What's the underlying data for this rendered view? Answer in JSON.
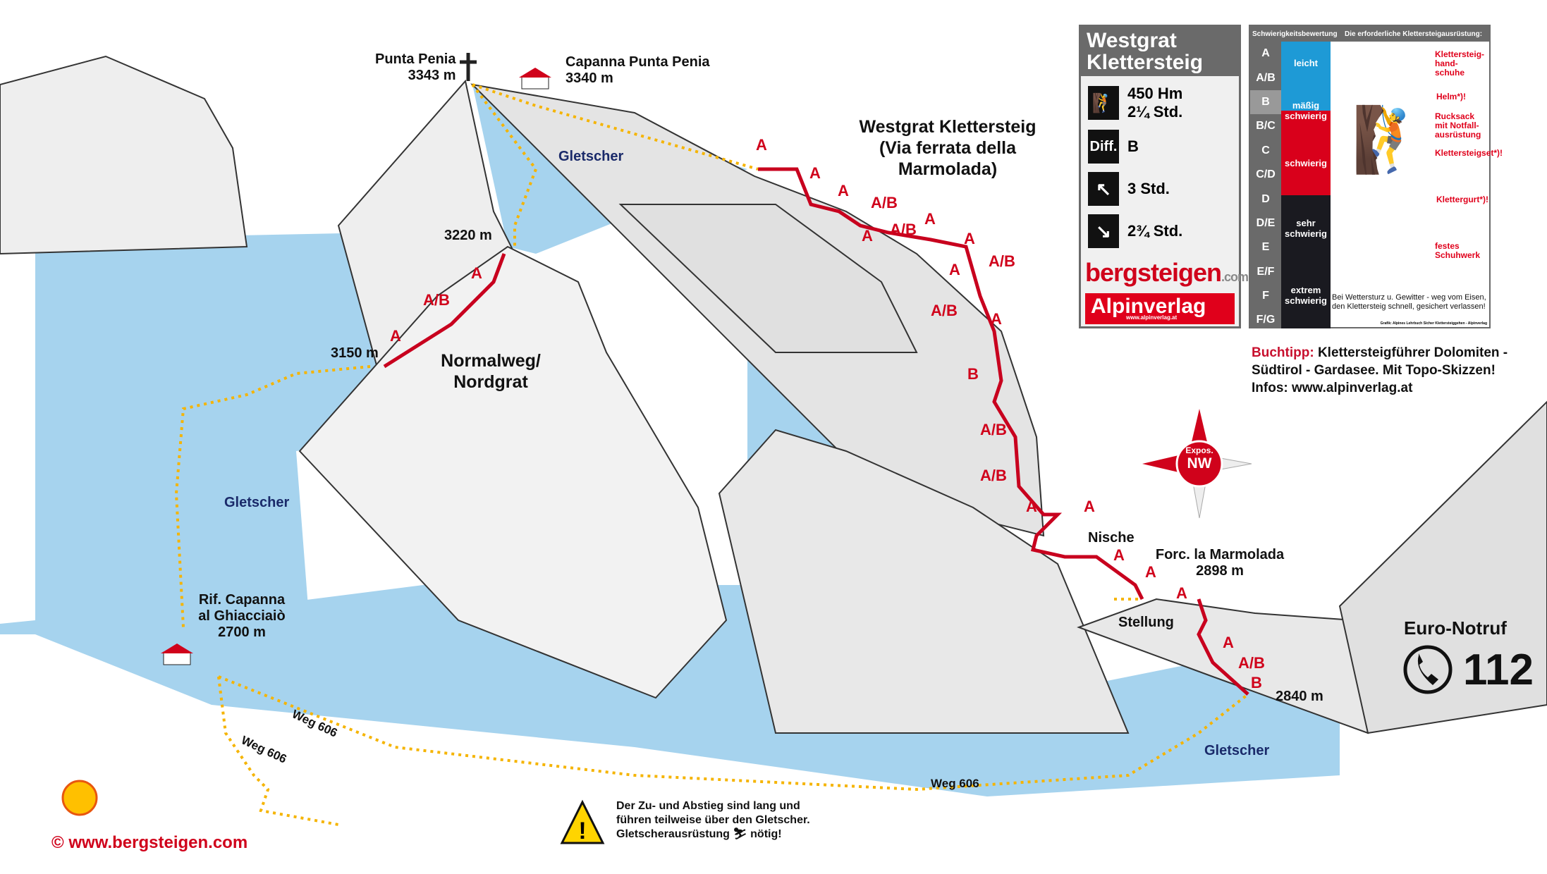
{
  "peaks": {
    "punta_penia": "Punta Penia",
    "punta_penia_alt": "3343 m",
    "capanna": "Capanna Punta Penia",
    "capanna_alt": "3340 m",
    "alt_3220": "3220 m",
    "alt_3150": "3150 m"
  },
  "glaciers": [
    "Gletscher",
    "Gletscher",
    "Gletscher"
  ],
  "route_title": [
    "Westgrat Klettersteig",
    "(Via ferrata della",
    "Marmolada)"
  ],
  "normalweg": [
    "Normalweg/",
    "Nordgrat"
  ],
  "rifugio": [
    "Rif. Capanna",
    "al Ghiacciaiò",
    "2700 m"
  ],
  "nische": "Nische",
  "forcella": [
    "Forc. la Marmolada",
    "2898 m"
  ],
  "stellung": "Stellung",
  "alt_2840": "2840 m",
  "paths": [
    "Weg 606",
    "Weg 606",
    "Weg 606"
  ],
  "grades": [
    "A",
    "A",
    "A",
    "A/B",
    "A",
    "A/B",
    "A",
    "A",
    "A/B",
    "A",
    "A/B",
    "A",
    "B",
    "A/B",
    "A/B",
    "A",
    "A",
    "A",
    "A",
    "A",
    "A",
    "A/B",
    "B",
    "A",
    "A/B",
    "A"
  ],
  "warning": [
    "Der Zu- und Abstieg sind lang und",
    "führen teilweise über den Gletscher.",
    "Gletscherausrüstung",
    "nötig!"
  ],
  "copyright": "©  www.bergsteigen.com",
  "emergency": {
    "title": "Euro-Notruf",
    "number": "112"
  },
  "compass": {
    "label": "Expos.",
    "dir": "NW"
  },
  "info": {
    "title": [
      "Westgrat",
      "Klettersteig"
    ],
    "ascent": "450 Hm",
    "ascent_time": "2¼ Std.",
    "diff_label": "Diff.",
    "diff": "B",
    "approach": "3 Std.",
    "descent": "2¾ Std.",
    "brand": "bergsteigen",
    "brand_tld": ".com",
    "publisher": "Alpinverlag",
    "publisher_url": "www.alpinverlag.at"
  },
  "legend": {
    "title_left": "Schwierigkeitsbewertung",
    "title_right": "Die erforderliche Klettersteigausrüstung:",
    "grades": [
      "A",
      "A/B",
      "B",
      "B/C",
      "C",
      "C/D",
      "D",
      "D/E",
      "E",
      "E/F",
      "F",
      "F/G"
    ],
    "bands": [
      "leicht",
      "mäßig",
      "schwierig",
      "schwierig",
      "sehr schwierig",
      "extrem schwierig"
    ],
    "equipment": [
      "Klettersteig-hand-schuhe",
      "Helm*)!",
      "Rucksack mit Notfall-ausrüstung",
      "Klettersteigset*)!",
      "Klettergurt*)!",
      "festes Schuhwerk"
    ],
    "note": "Bei Wettersturz u. Gewitter - weg vom Eisen, den Klettersteig schnell, gesichert verlassen!",
    "credit": "Grafik: Alpines Lehrbuch Sicher Klettersteiggehen - Alpinverlag"
  },
  "buchtipp": {
    "label": "Buchtipp:",
    "text": "Klettersteigführer Dolomiten - Südtirol - Gardasee. Mit Topo-Skizzen!",
    "infos": "Infos: www.alpinverlag.at"
  },
  "colors": {
    "glacier": "#a6d3ee",
    "route": "#c8001e",
    "path": "#f5b400",
    "red": "#d0021b"
  }
}
